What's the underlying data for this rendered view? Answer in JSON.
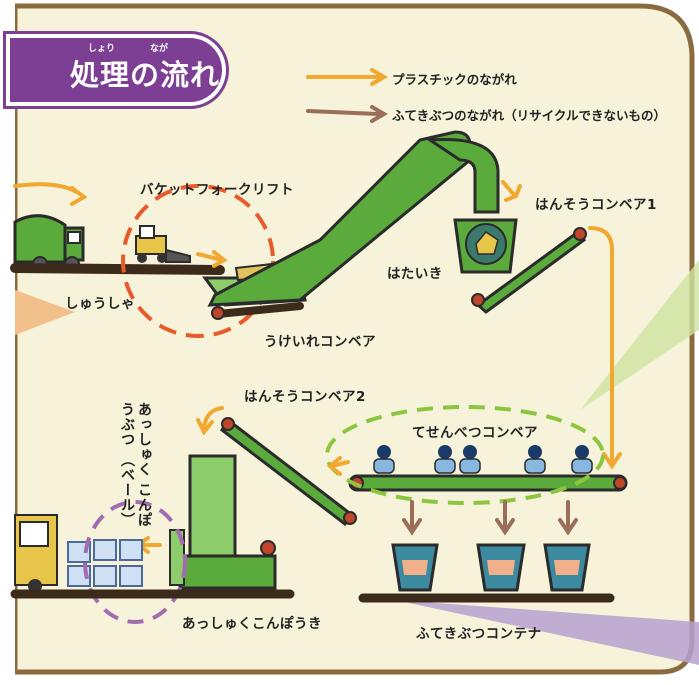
{
  "title": {
    "text": "処理の流れ",
    "ruby_shori": "しょり",
    "ruby_nagare": "なが"
  },
  "legend": {
    "plastic": "プラスチックのながれ",
    "waste": "ふてきぶつのながれ（リサイクルできないもの）",
    "plastic_color": "#f0a830",
    "waste_color": "#9b6e5a"
  },
  "labels": {
    "bucket_forklift": "バケットフォークリフト",
    "collection": "しゅうしゃ",
    "receiving_conveyor": "うけいれコンベア",
    "bag_opener": "はたいき",
    "transport_conveyor_1": "はんそうコンベア1",
    "transport_conveyor_2": "はんそうコンベア2",
    "hand_sorting_conveyor": "てせんべつコンベア",
    "compressed_bales": "あっしゅく こんぽうぶつ （ベール）",
    "compressor": "あっしゅくこんぽうき",
    "waste_container": "ふてきぶつコンテナ"
  },
  "colors": {
    "panel_bg": "#f6f3da",
    "border": "#8a6b3f",
    "conveyor": "#5aab3b",
    "belt_dark": "#3c2a1a",
    "accent_purple": "#7c3f94",
    "circle_orange": "#e85a2a",
    "circle_green": "#8cc63f",
    "circle_purple": "#a36bb0"
  }
}
